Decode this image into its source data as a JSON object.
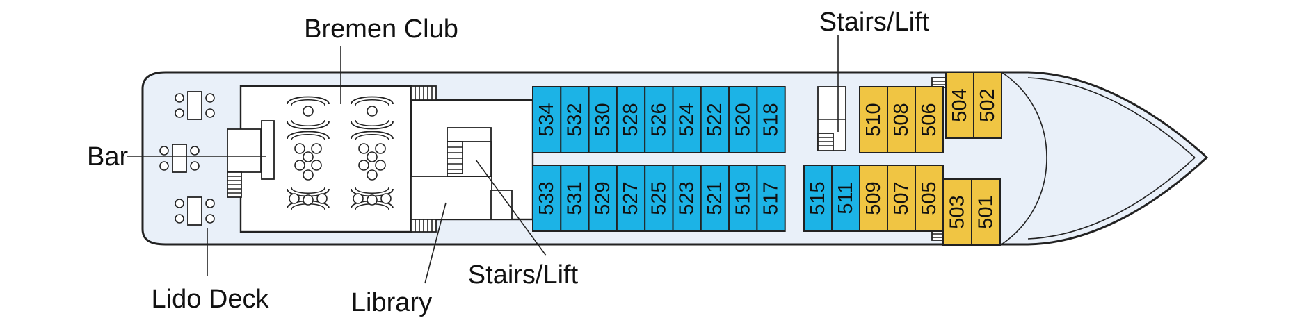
{
  "labels": {
    "bremen_club": "Bremen Club",
    "stairs_lift_top": "Stairs/Lift",
    "bar": "Bar",
    "lido_deck": "Lido Deck",
    "library": "Library",
    "stairs_lift_bottom": "Stairs/Lift"
  },
  "colors": {
    "hull_fill": "#e9f0f9",
    "cabin_blue": "#1cb3e6",
    "cabin_yellow": "#f0c543",
    "outline": "#222222"
  },
  "cabins": {
    "blue_top": [
      "534",
      "532",
      "530",
      "528",
      "526",
      "524",
      "522",
      "520",
      "518"
    ],
    "blue_bottom": [
      "533",
      "531",
      "529",
      "527",
      "525",
      "523",
      "521",
      "519",
      "517"
    ],
    "blue_aft_pair": [
      "515",
      "511"
    ],
    "yellow_top": [
      "510",
      "508",
      "506"
    ],
    "yellow_bottom": [
      "509",
      "507",
      "505"
    ],
    "yellow_bow_top": [
      "504",
      "502"
    ],
    "yellow_bow_bottom": [
      "503",
      "501"
    ]
  }
}
